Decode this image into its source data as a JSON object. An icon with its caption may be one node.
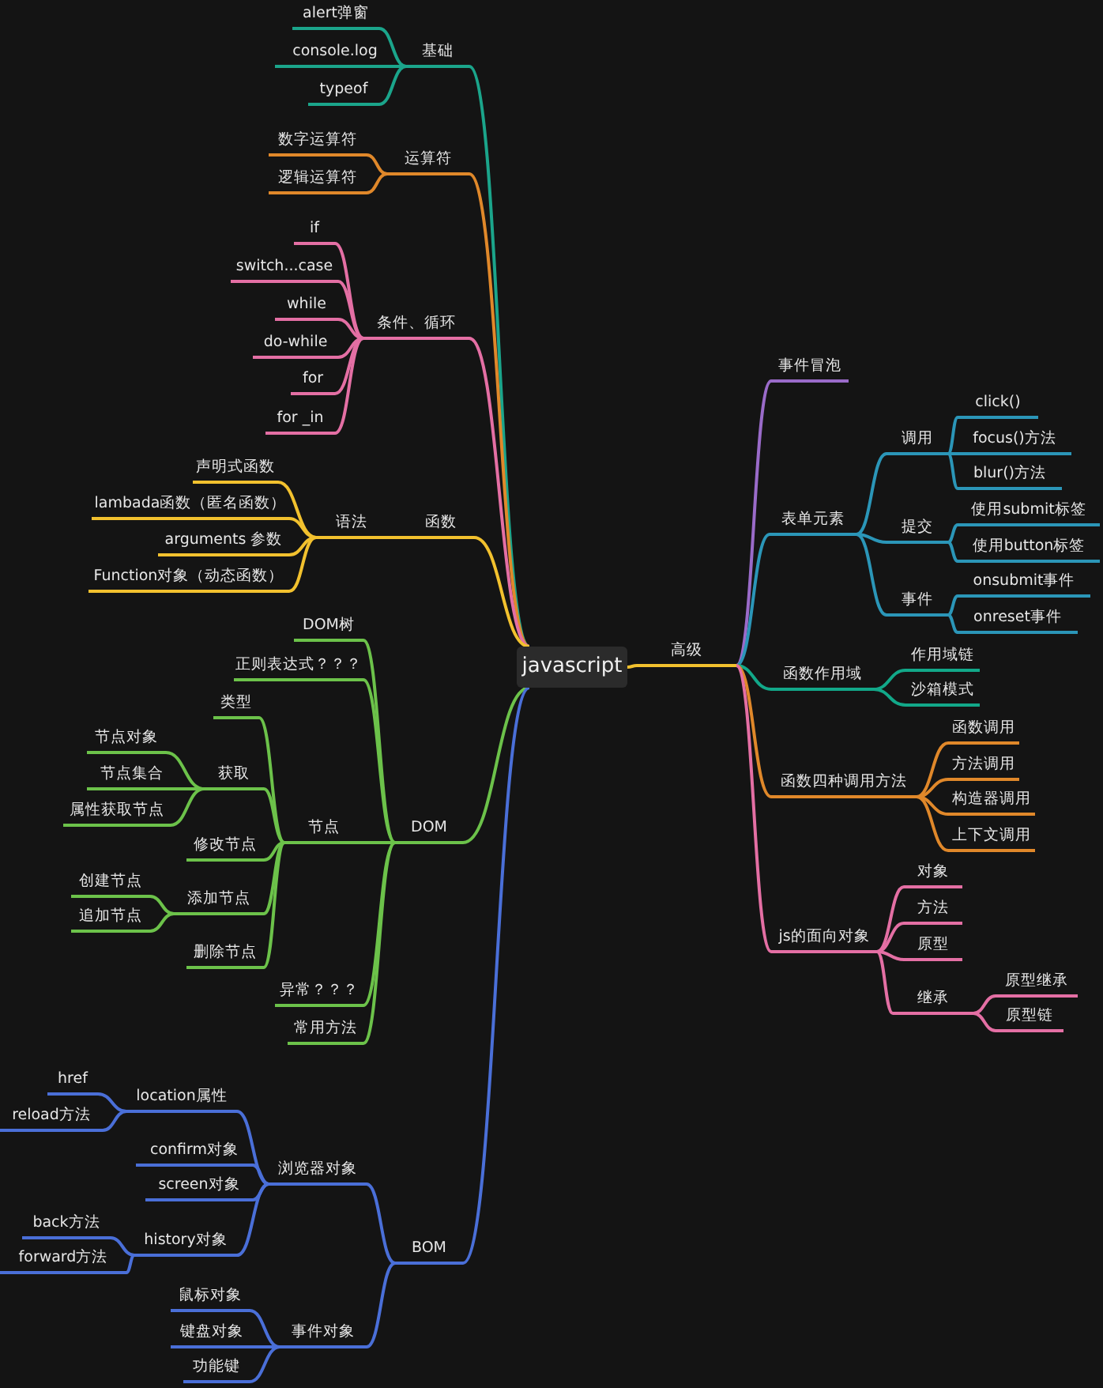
{
  "diagram": {
    "nodes": [
      {
        "text": [
          "javascript"
        ]
      },
      {
        "text": [
          "基础"
        ]
      },
      {
        "text": [
          "alert弹窗"
        ]
      },
      {
        "text": [
          "console.log"
        ]
      },
      {
        "text": [
          "typeof"
        ]
      },
      {
        "text": [
          "运算符"
        ]
      },
      {
        "text": [
          "数字运算符"
        ]
      },
      {
        "text": [
          "逻辑运算符"
        ]
      },
      {
        "text": [
          "条件、循环"
        ]
      },
      {
        "text": [
          "if"
        ]
      },
      {
        "text": [
          "switch...case"
        ]
      },
      {
        "text": [
          "while"
        ]
      },
      {
        "text": [
          "do-while"
        ]
      },
      {
        "text": [
          "for"
        ]
      },
      {
        "text": [
          "for _in"
        ]
      },
      {
        "text": [
          "函数"
        ]
      },
      {
        "text": [
          "语法"
        ]
      },
      {
        "text": [
          "声明式函数"
        ]
      },
      {
        "text": [
          "lambada函数（匿名函数）"
        ]
      },
      {
        "text": [
          "arguments 参数"
        ]
      },
      {
        "text": [
          "Function对象（动态函数）"
        ]
      },
      {
        "text": [
          "DOM"
        ]
      },
      {
        "text": [
          "DOM树"
        ]
      },
      {
        "text": [
          "正则表达式？？？"
        ]
      },
      {
        "text": [
          "节点"
        ]
      },
      {
        "text": [
          "类型"
        ]
      },
      {
        "text": [
          "获取"
        ]
      },
      {
        "text": [
          "节点对象"
        ]
      },
      {
        "text": [
          "节点集合"
        ]
      },
      {
        "text": [
          "属性获取节点"
        ]
      },
      {
        "text": [
          "修改节点"
        ]
      },
      {
        "text": [
          "添加节点"
        ]
      },
      {
        "text": [
          "创建节点"
        ]
      },
      {
        "text": [
          "追加节点"
        ]
      },
      {
        "text": [
          "删除节点"
        ]
      },
      {
        "text": [
          "异常？？？"
        ]
      },
      {
        "text": [
          "常用方法"
        ]
      },
      {
        "text": [
          "BOM"
        ]
      },
      {
        "text": [
          "浏览器对象"
        ]
      },
      {
        "text": [
          "location属性"
        ]
      },
      {
        "text": [
          "href"
        ]
      },
      {
        "text": [
          "reload方法"
        ]
      },
      {
        "text": [
          "confirm对象"
        ]
      },
      {
        "text": [
          "screen对象"
        ]
      },
      {
        "text": [
          "history对象"
        ]
      },
      {
        "text": [
          "back方法"
        ]
      },
      {
        "text": [
          "forward方法"
        ]
      },
      {
        "text": [
          "事件对象"
        ]
      },
      {
        "text": [
          "鼠标对象"
        ]
      },
      {
        "text": [
          "键盘对象"
        ]
      },
      {
        "text": [
          "功能键"
        ]
      },
      {
        "text": [
          "高级"
        ]
      },
      {
        "text": [
          "事件冒泡"
        ]
      },
      {
        "text": [
          "表单元素"
        ]
      },
      {
        "text": [
          "调用"
        ]
      },
      {
        "text": [
          "click()"
        ]
      },
      {
        "text": [
          "focus()方法"
        ]
      },
      {
        "text": [
          "blur()方法"
        ]
      },
      {
        "text": [
          "提交"
        ]
      },
      {
        "text": [
          "使用submit标签"
        ]
      },
      {
        "text": [
          "使用button标签"
        ]
      },
      {
        "text": [
          "事件"
        ]
      },
      {
        "text": [
          "onsubmit事件"
        ]
      },
      {
        "text": [
          "onreset事件"
        ]
      },
      {
        "text": [
          "函数作用域"
        ]
      },
      {
        "text": [
          "作用域链"
        ]
      },
      {
        "text": [
          "沙箱模式"
        ]
      },
      {
        "text": [
          "函数四种调用方法"
        ]
      },
      {
        "text": [
          "函数调用"
        ]
      },
      {
        "text": [
          "方法调用"
        ]
      },
      {
        "text": [
          "构造器调用"
        ]
      },
      {
        "text": [
          "上下文调用"
        ]
      },
      {
        "text": [
          "js的面向对象"
        ]
      },
      {
        "text": [
          "对象"
        ]
      },
      {
        "text": [
          "方法"
        ]
      },
      {
        "text": [
          "原型"
        ]
      },
      {
        "text": [
          "继承"
        ]
      },
      {
        "text": [
          "原型继承"
        ]
      },
      {
        "text": [
          "原型链"
        ]
      }
    ],
    "edges": [
      {
        "from": 0,
        "to": 1,
        "arrow": "none",
        "color": "#1ba58b"
      },
      {
        "from": 1,
        "to": 2,
        "arrow": "none",
        "color": "#1ba58b"
      },
      {
        "from": 1,
        "to": 3,
        "arrow": "none",
        "color": "#1ba58b"
      },
      {
        "from": 1,
        "to": 4,
        "arrow": "none",
        "color": "#1ba58b"
      },
      {
        "from": 0,
        "to": 5,
        "arrow": "none",
        "color": "#e0882a"
      },
      {
        "from": 5,
        "to": 6,
        "arrow": "none",
        "color": "#e0882a"
      },
      {
        "from": 5,
        "to": 7,
        "arrow": "none",
        "color": "#e0882a"
      },
      {
        "from": 0,
        "to": 8,
        "arrow": "none",
        "color": "#e46fa4"
      },
      {
        "from": 8,
        "to": 9,
        "arrow": "none",
        "color": "#e46fa4"
      },
      {
        "from": 8,
        "to": 10,
        "arrow": "none",
        "color": "#e46fa4"
      },
      {
        "from": 8,
        "to": 11,
        "arrow": "none",
        "color": "#e46fa4"
      },
      {
        "from": 8,
        "to": 12,
        "arrow": "none",
        "color": "#e46fa4"
      },
      {
        "from": 8,
        "to": 13,
        "arrow": "none",
        "color": "#e46fa4"
      },
      {
        "from": 8,
        "to": 14,
        "arrow": "none",
        "color": "#e46fa4"
      },
      {
        "from": 0,
        "to": 15,
        "arrow": "none",
        "color": "#f2c12e"
      },
      {
        "from": 15,
        "to": 16,
        "arrow": "none",
        "color": "#f2c12e"
      },
      {
        "from": 16,
        "to": 17,
        "arrow": "none",
        "color": "#f2c12e"
      },
      {
        "from": 16,
        "to": 18,
        "arrow": "none",
        "color": "#f2c12e"
      },
      {
        "from": 16,
        "to": 19,
        "arrow": "none",
        "color": "#f2c12e"
      },
      {
        "from": 16,
        "to": 20,
        "arrow": "none",
        "color": "#f2c12e"
      },
      {
        "from": 0,
        "to": 21,
        "arrow": "none"
      },
      {
        "from": 21,
        "to": 22,
        "arrow": "none"
      },
      {
        "from": 21,
        "to": 23,
        "arrow": "none"
      },
      {
        "from": 21,
        "to": 24,
        "arrow": "none"
      },
      {
        "from": 24,
        "to": 25,
        "arrow": "none"
      },
      {
        "from": 24,
        "to": 26,
        "arrow": "none"
      },
      {
        "from": 26,
        "to": 27,
        "arrow": "none"
      },
      {
        "from": 26,
        "to": 28,
        "arrow": "none"
      },
      {
        "from": 26,
        "to": 29,
        "arrow": "none"
      },
      {
        "from": 24,
        "to": 30,
        "arrow": "none"
      },
      {
        "from": 24,
        "to": 31,
        "arrow": "none"
      },
      {
        "from": 31,
        "to": 32,
        "arrow": "none"
      },
      {
        "from": 31,
        "to": 33,
        "arrow": "none"
      },
      {
        "from": 24,
        "to": 34,
        "arrow": "none"
      },
      {
        "from": 21,
        "to": 35,
        "arrow": "none"
      },
      {
        "from": 21,
        "to": 36,
        "arrow": "none"
      },
      {
        "from": 0,
        "to": 37,
        "arrow": "none",
        "color": "#4a6fd8"
      },
      {
        "from": 37,
        "to": 38,
        "arrow": "none",
        "color": "#4a6fd8"
      },
      {
        "from": 38,
        "to": 39,
        "arrow": "none",
        "color": "#4a6fd8"
      },
      {
        "from": 39,
        "to": 40,
        "arrow": "none",
        "color": "#4a6fd8"
      },
      {
        "from": 39,
        "to": 41,
        "arrow": "none",
        "color": "#4a6fd8"
      },
      {
        "from": 38,
        "to": 42,
        "arrow": "none",
        "color": "#4a6fd8"
      },
      {
        "from": 38,
        "to": 43,
        "arrow": "none",
        "color": "#4a6fd8"
      },
      {
        "from": 38,
        "to": 44,
        "arrow": "none",
        "color": "#4a6fd8"
      },
      {
        "from": 44,
        "to": 45,
        "arrow": "none",
        "color": "#4a6fd8"
      },
      {
        "from": 44,
        "to": 46,
        "arrow": "none",
        "color": "#4a6fd8"
      },
      {
        "from": 37,
        "to": 47,
        "arrow": "none",
        "color": "#4a6fd8"
      },
      {
        "from": 47,
        "to": 48,
        "arrow": "none",
        "color": "#4a6fd8"
      },
      {
        "from": 47,
        "to": 49,
        "arrow": "none",
        "color": "#4a6fd8"
      },
      {
        "from": 47,
        "to": 50,
        "arrow": "none",
        "color": "#4a6fd8"
      },
      {
        "from": 0,
        "to": 51,
        "arrow": "none",
        "color": "#f2c12e"
      },
      {
        "from": 51,
        "to": 52,
        "arrow": "none",
        "color": "#9a6bc9"
      },
      {
        "from": 51,
        "to": 53,
        "arrow": "none",
        "color": "#2b96b8"
      },
      {
        "from": 53,
        "to": 54,
        "arrow": "none",
        "color": "#2b96b8"
      },
      {
        "from": 54,
        "to": 55,
        "arrow": "none",
        "color": "#2b96b8"
      },
      {
        "from": 54,
        "to": 56,
        "arrow": "none",
        "color": "#2b96b8"
      },
      {
        "from": 54,
        "to": 57,
        "arrow": "none",
        "color": "#2b96b8"
      },
      {
        "from": 53,
        "to": 58,
        "arrow": "none",
        "color": "#2b96b8"
      },
      {
        "from": 58,
        "to": 59,
        "arrow": "none",
        "color": "#2b96b8"
      },
      {
        "from": 58,
        "to": 60,
        "arrow": "none",
        "color": "#2b96b8"
      },
      {
        "from": 53,
        "to": 61,
        "arrow": "none",
        "color": "#2b96b8"
      },
      {
        "from": 61,
        "to": 62,
        "arrow": "none",
        "color": "#2b96b8"
      },
      {
        "from": 61,
        "to": 63,
        "arrow": "none",
        "color": "#2b96b8"
      },
      {
        "from": 51,
        "to": 64,
        "arrow": "none",
        "color": "#12a889"
      },
      {
        "from": 64,
        "to": 65,
        "arrow": "none",
        "color": "#12a889"
      },
      {
        "from": 64,
        "to": 66,
        "arrow": "none",
        "color": "#12a889"
      },
      {
        "from": 51,
        "to": 67,
        "arrow": "none",
        "color": "#e0882a"
      },
      {
        "from": 67,
        "to": 68,
        "arrow": "none",
        "color": "#e0882a"
      },
      {
        "from": 67,
        "to": 69,
        "arrow": "none",
        "color": "#e0882a"
      },
      {
        "from": 67,
        "to": 70,
        "arrow": "none",
        "color": "#e0882a"
      },
      {
        "from": 67,
        "to": 71,
        "arrow": "none",
        "color": "#e0882a"
      },
      {
        "from": 51,
        "to": 72,
        "arrow": "none",
        "color": "#e46fa4"
      },
      {
        "from": 72,
        "to": 73,
        "arrow": "none",
        "color": "#e46fa4"
      },
      {
        "from": 72,
        "to": 74,
        "arrow": "none",
        "color": "#e46fa4"
      },
      {
        "from": 72,
        "to": 75,
        "arrow": "none",
        "color": "#e46fa4"
      },
      {
        "from": 72,
        "to": 76,
        "arrow": "none",
        "color": "#e46fa4"
      },
      {
        "from": 76,
        "to": 77,
        "arrow": "none",
        "color": "#e46fa4"
      },
      {
        "from": 76,
        "to": 78,
        "arrow": "none",
        "color": "#e46fa4"
      }
    ]
  }
}
